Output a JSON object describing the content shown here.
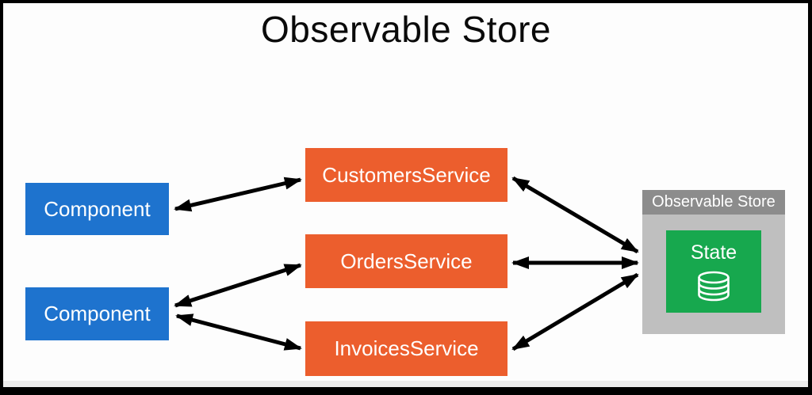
{
  "title": "Observable Store",
  "components": [
    {
      "label": "Component"
    },
    {
      "label": "Component"
    }
  ],
  "services": [
    {
      "label": "CustomersService"
    },
    {
      "label": "OrdersService"
    },
    {
      "label": "InvoicesService"
    }
  ],
  "store": {
    "title": "Observable Store",
    "state": {
      "label": "State",
      "icon": "database-icon"
    }
  },
  "connections": [
    {
      "from": "Component (top)",
      "to": "CustomersService",
      "bidirectional": true
    },
    {
      "from": "Component (bottom)",
      "to": "OrdersService",
      "bidirectional": true
    },
    {
      "from": "Component (bottom)",
      "to": "InvoicesService",
      "bidirectional": true
    },
    {
      "from": "CustomersService",
      "to": "Observable Store",
      "bidirectional": true
    },
    {
      "from": "OrdersService",
      "to": "Observable Store",
      "bidirectional": true
    },
    {
      "from": "InvoicesService",
      "to": "Observable Store",
      "bidirectional": true
    }
  ],
  "colors": {
    "component": "#1e73ce",
    "service": "#ec5e2d",
    "state": "#17a84e",
    "store_header": "#8c8c8c",
    "store_body": "#bfbfbf",
    "arrow": "#000000",
    "background": "#fdfdfd",
    "frame": "#000000"
  }
}
